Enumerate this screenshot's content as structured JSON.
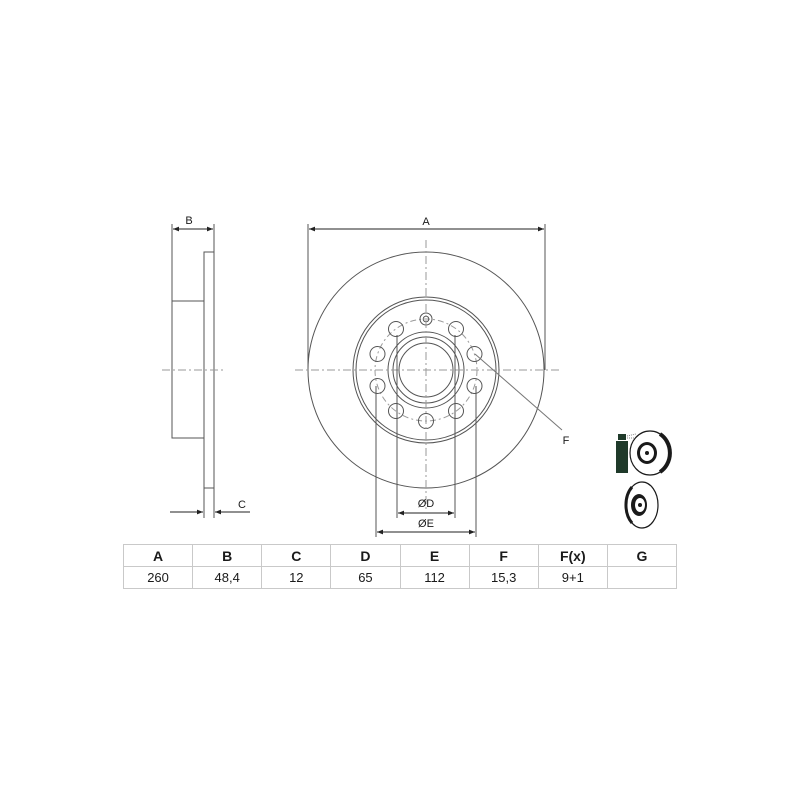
{
  "drawing": {
    "side_view": {
      "label_B": "B",
      "label_C": "C"
    },
    "front_view": {
      "label_A": "A",
      "label_F": "F",
      "label_D": "ØD",
      "label_E": "ØE",
      "bolt_holes": 9,
      "small_holes": 1
    },
    "colors": {
      "line": "#555555",
      "center_line": "#9a9a9a",
      "table_border": "#c9c9c9",
      "icon_fill": "#1f3a2a"
    }
  },
  "icons": {
    "top": "disc-with-cleaner-spray-icon",
    "bottom": "brake-disc-icon"
  },
  "table": {
    "headers": [
      "A",
      "B",
      "C",
      "D",
      "E",
      "F",
      "F(x)",
      "G"
    ],
    "values": [
      "260",
      "48,4",
      "12",
      "65",
      "112",
      "15,3",
      "9+1",
      ""
    ]
  }
}
